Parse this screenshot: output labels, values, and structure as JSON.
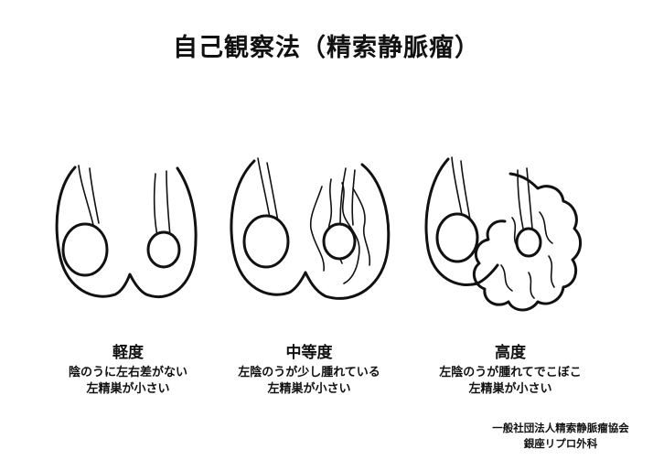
{
  "title": "自己観察法（精索静脈瘤）",
  "panels": [
    {
      "grade": "軽度",
      "line1": "陰のうに左右差がない",
      "line2": "左精巣が小さい"
    },
    {
      "grade": "中等度",
      "line1": "左陰のうが少し腫れている",
      "line2": "左精巣が小さい"
    },
    {
      "grade": "高度",
      "line1": "左陰のうが腫れてでこぼこ",
      "line2": "左精巣が小さい"
    }
  ],
  "credit": {
    "org": "一般社団法人精索静脈瘤協会",
    "clinic": "銀座リプロ外科"
  }
}
